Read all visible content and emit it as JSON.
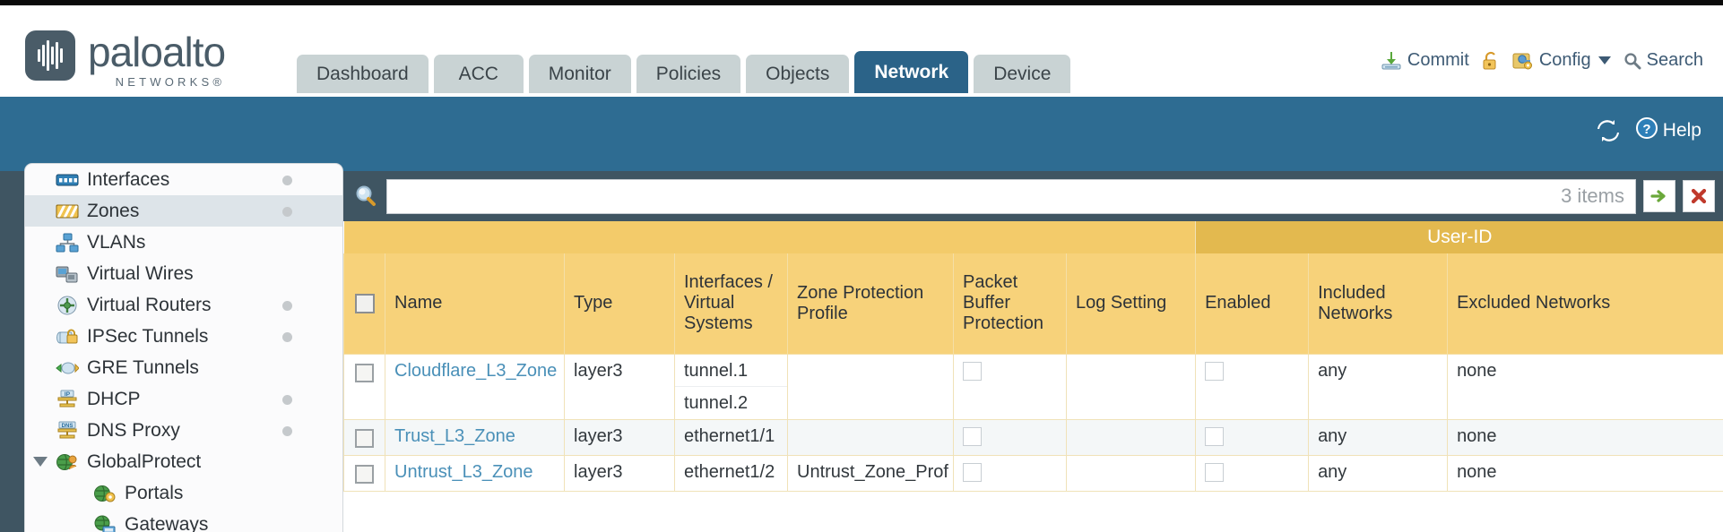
{
  "brand": {
    "name": "paloalto",
    "sub": "NETWORKS®"
  },
  "nav": {
    "tabs": [
      {
        "label": "Dashboard",
        "active": false
      },
      {
        "label": "ACC",
        "active": false
      },
      {
        "label": "Monitor",
        "active": false
      },
      {
        "label": "Policies",
        "active": false
      },
      {
        "label": "Objects",
        "active": false
      },
      {
        "label": "Network",
        "active": true
      },
      {
        "label": "Device",
        "active": false
      }
    ]
  },
  "actions": {
    "commit": "Commit",
    "config": "Config",
    "search": "Search",
    "lock_icon": "lock-icon",
    "commit_icon": "commit-icon",
    "config_icon": "config-icon",
    "search_icon": "search-icon",
    "caret_icon": "chevron-down-icon"
  },
  "band": {
    "refresh_icon": "refresh-icon",
    "help": "Help",
    "help_icon": "help-icon"
  },
  "sidebar": {
    "items": [
      {
        "label": "Interfaces",
        "icon": "interfaces-icon",
        "selected": false,
        "dot": true,
        "child": false,
        "tri": false
      },
      {
        "label": "Zones",
        "icon": "zones-icon",
        "selected": true,
        "dot": true,
        "child": false,
        "tri": false
      },
      {
        "label": "VLANs",
        "icon": "vlans-icon",
        "selected": false,
        "dot": false,
        "child": false,
        "tri": false
      },
      {
        "label": "Virtual Wires",
        "icon": "virtual-wires-icon",
        "selected": false,
        "dot": false,
        "child": false,
        "tri": false
      },
      {
        "label": "Virtual Routers",
        "icon": "virtual-routers-icon",
        "selected": false,
        "dot": true,
        "child": false,
        "tri": false
      },
      {
        "label": "IPSec Tunnels",
        "icon": "ipsec-tunnels-icon",
        "selected": false,
        "dot": true,
        "child": false,
        "tri": false
      },
      {
        "label": "GRE Tunnels",
        "icon": "gre-tunnels-icon",
        "selected": false,
        "dot": false,
        "child": false,
        "tri": false
      },
      {
        "label": "DHCP",
        "icon": "dhcp-icon",
        "selected": false,
        "dot": true,
        "child": false,
        "tri": false
      },
      {
        "label": "DNS Proxy",
        "icon": "dns-proxy-icon",
        "selected": false,
        "dot": true,
        "child": false,
        "tri": false
      },
      {
        "label": "GlobalProtect",
        "icon": "globalprotect-icon",
        "selected": false,
        "dot": false,
        "child": false,
        "tri": true
      },
      {
        "label": "Portals",
        "icon": "portals-icon",
        "selected": false,
        "dot": false,
        "child": true,
        "tri": false
      },
      {
        "label": "Gateways",
        "icon": "gateways-icon",
        "selected": false,
        "dot": false,
        "child": true,
        "tri": false
      }
    ]
  },
  "search": {
    "value": "",
    "placeholder": "",
    "items_count": "3 items",
    "magnifier_icon": "search-icon",
    "apply_icon": "arrow-right-icon",
    "clear_icon": "close-icon"
  },
  "table": {
    "group_header": "User-ID",
    "columns": [
      "Name",
      "Type",
      "Interfaces / Virtual Systems",
      "Zone Protection Profile",
      "Packet Buffer Protection",
      "Log Setting",
      "Enabled",
      "Included Networks",
      "Excluded Networks"
    ],
    "rows": [
      {
        "name": "Cloudflare_L3_Zone",
        "type": "layer3",
        "interfaces": [
          "tunnel.1",
          "tunnel.2"
        ],
        "zone_protection_profile": "",
        "packet_buffer_protection": false,
        "log_setting": "",
        "enabled": false,
        "included_networks": "any",
        "excluded_networks": "none",
        "alt": false
      },
      {
        "name": "Trust_L3_Zone",
        "type": "layer3",
        "interfaces": [
          "ethernet1/1"
        ],
        "zone_protection_profile": "",
        "packet_buffer_protection": false,
        "log_setting": "",
        "enabled": false,
        "included_networks": "any",
        "excluded_networks": "none",
        "alt": true
      },
      {
        "name": "Untrust_L3_Zone",
        "type": "layer3",
        "interfaces": [
          "ethernet1/2"
        ],
        "zone_protection_profile": "Untrust_Zone_Prof",
        "packet_buffer_protection": false,
        "log_setting": "",
        "enabled": false,
        "included_networks": "any",
        "excluded_networks": "none",
        "alt": false
      }
    ]
  },
  "colors": {
    "brand_slate": "#4a5c68",
    "tab_active": "#2b6388",
    "tab_inactive": "#c9d3d4",
    "band_blue": "#2e6c92",
    "page_dark": "#3f5562",
    "header_yellow": "#f7d27a",
    "group_yellow": "#e3b94f",
    "link_blue": "#4a90b8"
  }
}
